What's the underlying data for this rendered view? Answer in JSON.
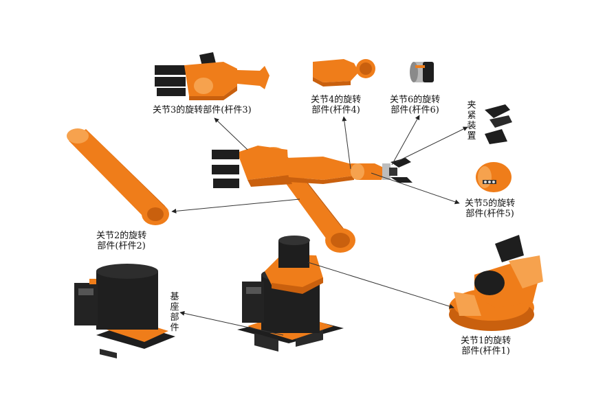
{
  "labels": {
    "joint3": [
      "关节3的旋转部件(杆件3)"
    ],
    "joint4": [
      "关节4的旋转",
      "部件(杆件4)"
    ],
    "joint6": [
      "关节6的旋转",
      "部件(杆件6)"
    ],
    "gripper": "夹紧装置",
    "joint2": [
      "关节2的旋转",
      "部件(杆件2)"
    ],
    "joint5": [
      "关节5的旋转",
      "部件(杆件5)"
    ],
    "base": "基座部件",
    "joint1": [
      "关节1的旋转",
      "部件(杆件1)"
    ]
  },
  "colors": {
    "orange": "#ef7d1a",
    "orange_dark": "#c9600e",
    "orange_light": "#f6a24e",
    "black": "#1e1e1e",
    "grey": "#9a9a9a",
    "line": "#333333"
  }
}
